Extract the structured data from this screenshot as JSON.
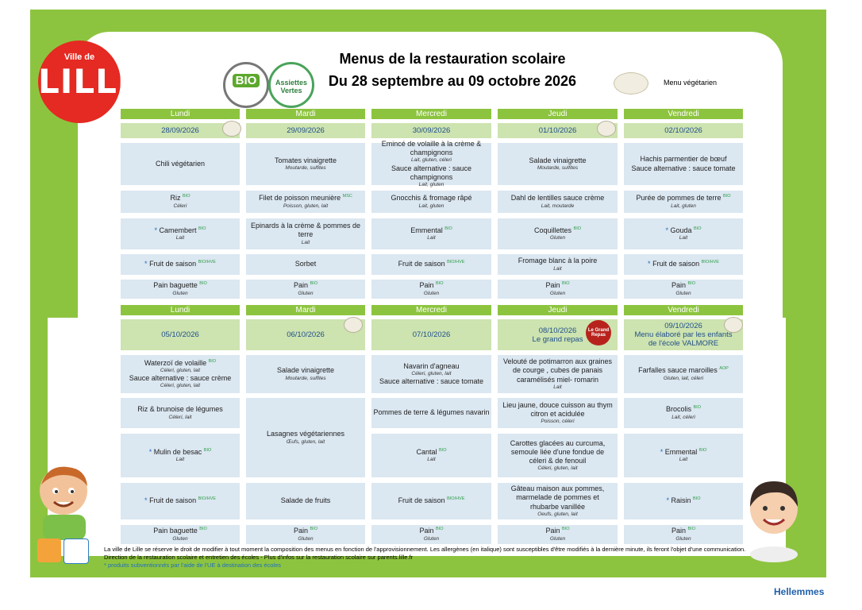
{
  "header": {
    "logo_small": "Ville de",
    "logo_big": "LILLE",
    "badge_bio": "BIO",
    "badge_vertes": "Assiettes Vertes",
    "title": "Menus de la restauration scolaire",
    "subtitle": "Du 28 septembre au 09 octobre 2026",
    "veg_legend": "Menu végétarien"
  },
  "week1": {
    "days": [
      "Lundi",
      "Mardi",
      "Mercredi",
      "Jeudi",
      "Vendredi"
    ],
    "dates": [
      "28/09/2026",
      "29/09/2026",
      "30/09/2026",
      "01/10/2026",
      "02/10/2026"
    ],
    "row1": [
      {
        "dish": "Chili végétarien",
        "allergen": ""
      },
      {
        "dish": "Tomates vinaigrette",
        "allergen": "Moutarde, sulfites"
      },
      {
        "dish": "Emincé de volaille à la crème & champignons",
        "allergen": "Lait, gluten, céleri",
        "alt": "Sauce alternative : sauce champignons",
        "alt_allergen": "Lait, gluten"
      },
      {
        "dish": "Salade vinaigrette",
        "allergen": "Moutarde, sulfites"
      },
      {
        "dish": "Hachis parmentier de bœuf",
        "alt": "Sauce alternative : sauce tomate"
      }
    ],
    "row2": [
      {
        "dish": "Riz",
        "allergen": "Céleri"
      },
      {
        "dish": "Filet de poisson meunière",
        "allergen": "Poisson, gluten, lait"
      },
      {
        "dish": "Gnocchis  & fromage râpé",
        "allergen": "Lait, gluten"
      },
      {
        "dish": "Dahl de lentilles sauce crème",
        "allergen": "Lait, moutarde"
      },
      {
        "dish": "Purée de pommes de terre",
        "allergen": "Lait, gluten"
      }
    ],
    "row3": [
      {
        "dish": "Camembert",
        "allergen": "Lait"
      },
      {
        "dish": "Epinards à la crème & pommes de terre",
        "allergen": "Lait"
      },
      {
        "dish": "Emmental",
        "allergen": "Lait"
      },
      {
        "dish": "Coquillettes",
        "allergen": "Gluten"
      },
      {
        "dish": "Gouda",
        "allergen": "Lait"
      }
    ],
    "row4": [
      {
        "dish": "Fruit de saison",
        "allergen": ""
      },
      {
        "dish": "Sorbet",
        "allergen": ""
      },
      {
        "dish": "Fruit de saison",
        "allergen": ""
      },
      {
        "dish": "Fromage blanc à la poire",
        "allergen": "Lait"
      },
      {
        "dish": "Fruit de saison",
        "allergen": ""
      }
    ],
    "row5": [
      {
        "dish": "Pain baguette",
        "allergen": "Gluten"
      },
      {
        "dish": "Pain",
        "allergen": "Gluten"
      },
      {
        "dish": "Pain",
        "allergen": "Gluten"
      },
      {
        "dish": "Pain",
        "allergen": "Gluten"
      },
      {
        "dish": "Pain",
        "allergen": "Gluten"
      }
    ]
  },
  "week2": {
    "days": [
      "Lundi",
      "Mardi",
      "Mercredi",
      "Jeudi",
      "Vendredi"
    ],
    "dates": [
      "05/10/2026",
      "06/10/2026",
      "07/10/2026",
      "08/10/2026",
      "09/10/2026"
    ],
    "jeudi_note": "Le grand repas",
    "vendredi_note": "Menu élaboré par les enfants de l'école VALMORE",
    "grand_repas_badge": "Le Grand Repas",
    "row1": [
      {
        "dish": "Waterzoï de volaille",
        "allergen": "Céleri, gluten, lait",
        "alt": "Sauce alternative : sauce crème",
        "alt_allergen": "Céleri, gluten, lait"
      },
      {
        "dish": "Salade vinaigrette",
        "allergen": "Moutarde, sulfites"
      },
      {
        "dish": "Navarin d'agneau",
        "allergen": "Céleri, gluten, lait",
        "alt": "Sauce alternative : sauce tomate"
      },
      {
        "dish": "Velouté de potimarron aux graines de courge , cubes de panais caramélisés miel- romarin",
        "allergen": "Lait"
      },
      {
        "dish": "Farfalles sauce maroilles",
        "allergen": "Gluten, lait, céleri"
      }
    ],
    "row2": [
      {
        "dish": "Riz & brunoise de légumes",
        "allergen": "Céleri, lait"
      },
      {
        "dish": "Pommes de terre & légumes navarin",
        "allergen": ""
      },
      {
        "dish": "Lieu jaune, douce cuisson au thym citron et acidulée",
        "allergen": "Poisson, céleri"
      },
      {
        "dish": "Brocolis",
        "allergen": "Lait, céleri"
      }
    ],
    "mardi_main": {
      "dish": "Lasagnes végétariennes",
      "allergen": "Œufs, gluten, lait"
    },
    "row3": [
      {
        "dish": "Mulin de besac",
        "allergen": "Lait"
      },
      {
        "dish": "Cantal",
        "allergen": "Lait"
      },
      {
        "dish": "Carottes glacées au curcuma, semoule liée d'une fondue de céleri & de fenouil",
        "allergen": "Céleri, gluten, lait"
      },
      {
        "dish": "Emmental",
        "allergen": "Lait"
      }
    ],
    "row4": [
      {
        "dish": "Fruit de saison",
        "allergen": ""
      },
      {
        "dish": "Salade de fruits",
        "allergen": ""
      },
      {
        "dish": "Fruit de saison",
        "allergen": ""
      },
      {
        "dish": "Gâteau maison aux pommes, marmelade de pommes et rhubarbe vanillée",
        "allergen": "Oeufs, gluten, lait"
      },
      {
        "dish": "Raisin",
        "allergen": ""
      }
    ],
    "row5": [
      {
        "dish": "Pain baguette",
        "allergen": "Gluten"
      },
      {
        "dish": "Pain",
        "allergen": "Gluten"
      },
      {
        "dish": "Pain",
        "allergen": "Gluten"
      },
      {
        "dish": "Pain",
        "allergen": "Gluten"
      },
      {
        "dish": "Pain",
        "allergen": "Gluten"
      }
    ]
  },
  "labels": {
    "bio": "BIO",
    "bio_hve": "BIO/HVE",
    "msc": "MSC",
    "aop": "AOP",
    "star": "*"
  },
  "footer": {
    "line1": "La ville de Lille se réserve le droit de modifier à tout moment la composition des menus en fonction de l'approvisionnement. Les allergènes (en italique) sont susceptibles d'être modifiés à la dernière minute, ils feront l'objet d'une communication.",
    "line2": "Direction de la restauration scolaire et entretien des écoles - Plus d'infos sur la restauration scolaire sur parents.lille.fr",
    "note": "* produits subventionnés par l'aide de l'UE à destination des écoles",
    "hellemmes": "Hellemmes"
  }
}
